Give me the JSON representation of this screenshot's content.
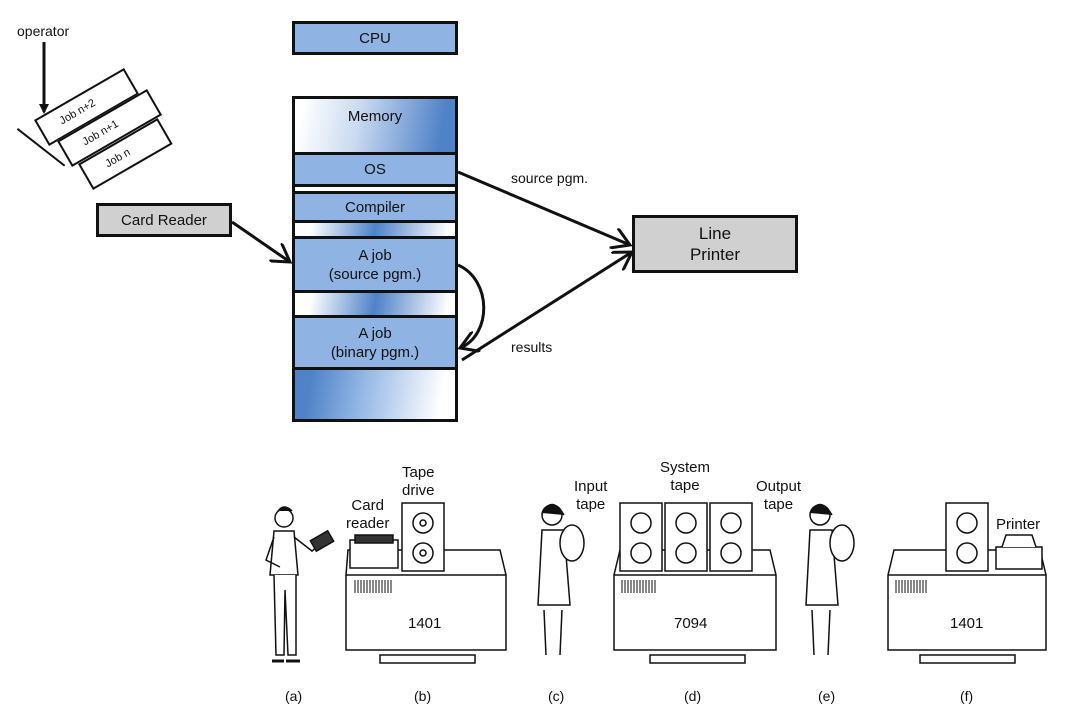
{
  "operator_label": "operator",
  "cards": [
    "Job n+2",
    "Job n+1",
    "Job n"
  ],
  "card_reader": "Card Reader",
  "cpu": "CPU",
  "memory": {
    "title": "Memory",
    "os": "OS",
    "compiler": "Compiler",
    "job_source": [
      "A job",
      "(source pgm.)"
    ],
    "job_binary": [
      "A job",
      "(binary pgm.)"
    ]
  },
  "arrows": {
    "source": "source pgm.",
    "results": "results"
  },
  "line_printer": [
    "Line",
    "Printer"
  ],
  "illustration": {
    "card_reader": [
      "Card",
      "reader"
    ],
    "tape_drive": [
      "Tape",
      "drive"
    ],
    "input_tape": [
      "Input",
      "tape"
    ],
    "system_tape": [
      "System",
      "tape"
    ],
    "output_tape": [
      "Output",
      "tape"
    ],
    "printer": "Printer",
    "machine_b": "1401",
    "machine_d": "7094",
    "machine_f": "1401",
    "captions": [
      "(a)",
      "(b)",
      "(c)",
      "(d)",
      "(e)",
      "(f)"
    ]
  }
}
